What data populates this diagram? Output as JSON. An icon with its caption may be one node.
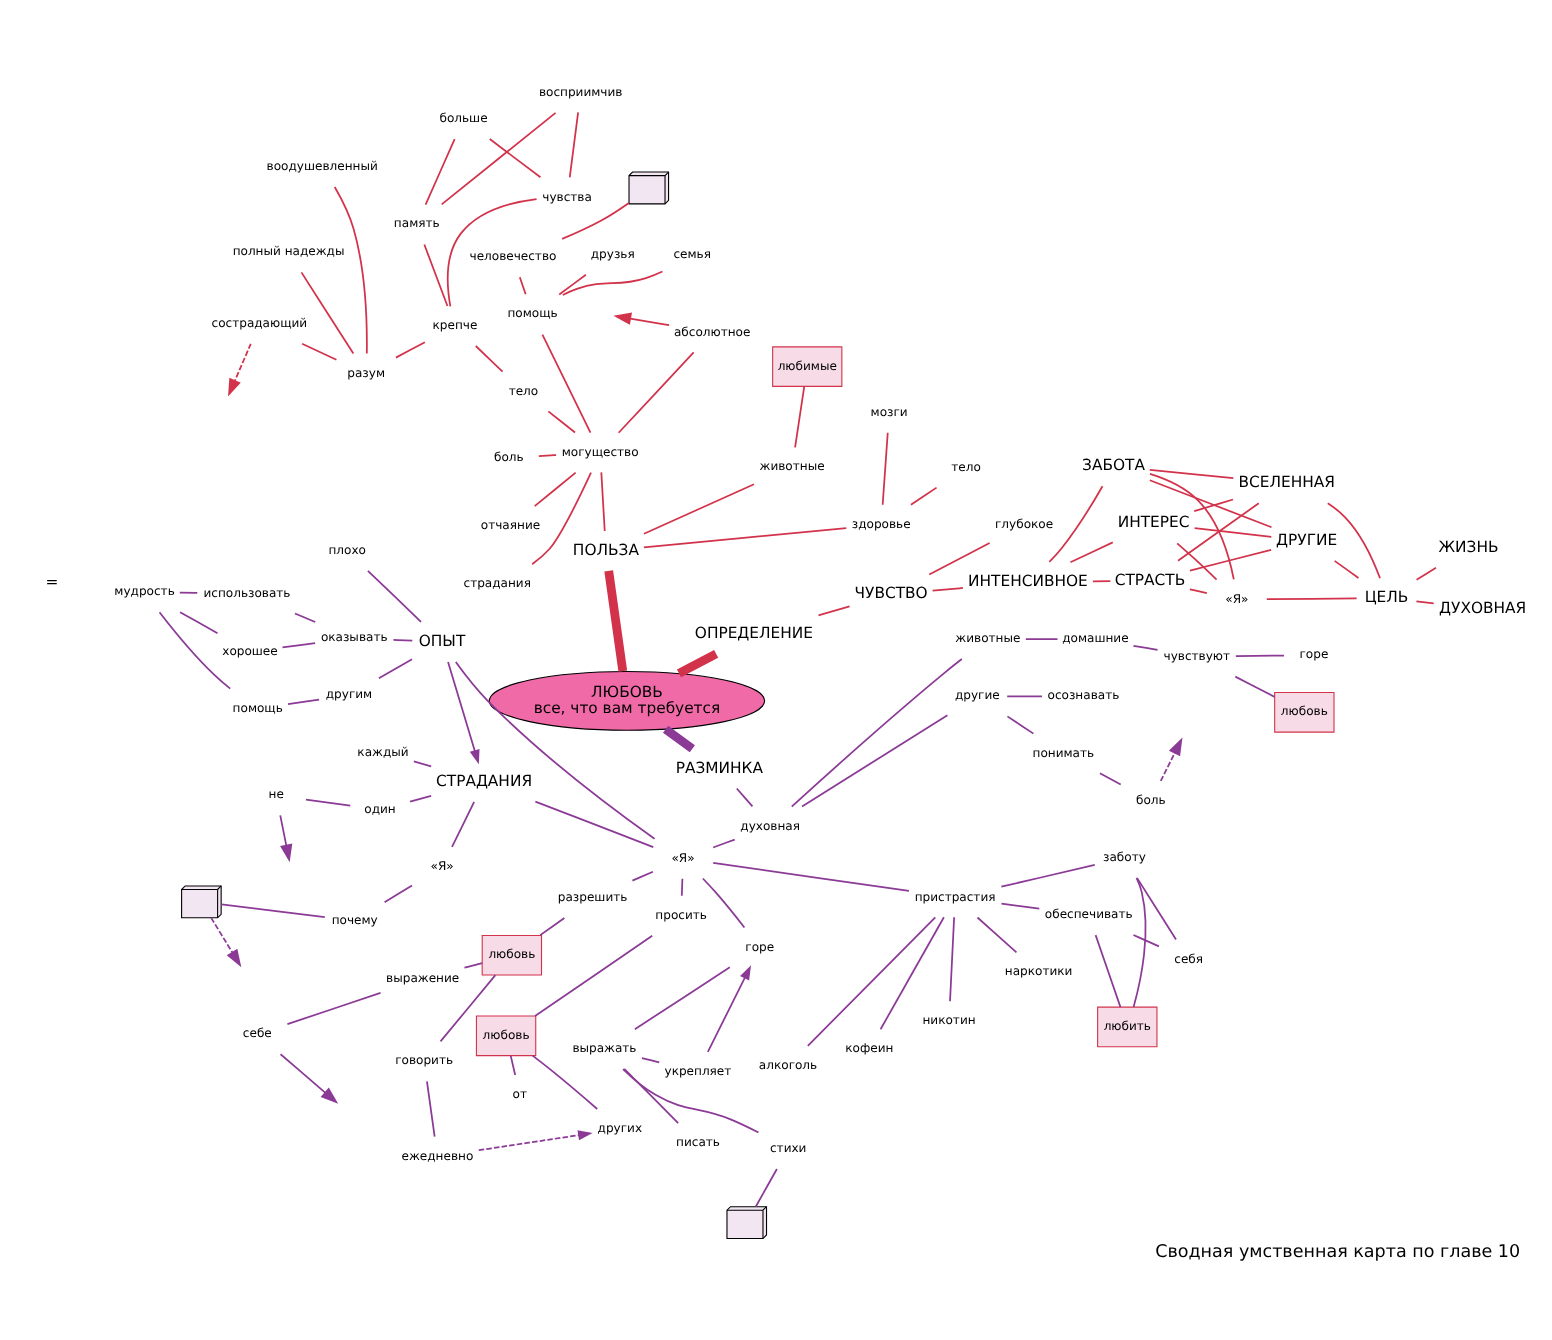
{
  "diagram": {
    "caption": "Сводная умственная карта по главе 10",
    "nodes": [
      {
        "text": [
          "ЛЮБОВЬ",
          "все, что вам требуется"
        ]
      },
      {
        "text": [
          "ОПРЕДЕЛЕНИЕ"
        ]
      },
      {
        "text": [
          "ЧУВСТВО"
        ]
      },
      {
        "text": [
          "ИНТЕНСИВНОЕ"
        ]
      },
      {
        "text": [
          "глубокое"
        ]
      },
      {
        "text": [
          "СТРАСТЬ"
        ]
      },
      {
        "text": [
          "ИНТЕРЕС"
        ]
      },
      {
        "text": [
          "ЗАБОТА"
        ]
      },
      {
        "text": [
          "«Я»"
        ]
      },
      {
        "text": [
          "ДРУГИЕ"
        ]
      },
      {
        "text": [
          "ВСЕЛЕННАЯ"
        ]
      },
      {
        "text": [
          "ЦЕЛЬ"
        ]
      },
      {
        "text": [
          "ДУХОВНАЯ"
        ]
      },
      {
        "text": [
          "ЖИЗНЬ"
        ]
      },
      {
        "text": [
          "ПОЛЬЗА"
        ]
      },
      {
        "text": [
          "здоровье"
        ]
      },
      {
        "text": [
          "тело"
        ]
      },
      {
        "text": [
          "мозги"
        ]
      },
      {
        "text": [
          "животные"
        ]
      },
      {
        "text": [
          "любимые"
        ]
      },
      {
        "text": [
          "могущество"
        ]
      },
      {
        "text": [
          "абсолютное"
        ]
      },
      {
        "text": [
          "помощь"
        ]
      },
      {
        "text": [
          "семья"
        ]
      },
      {
        "text": [
          "друзья"
        ]
      },
      {
        "text": [
          "человечество"
        ]
      },
      {
        "text": [],
        "shape": "picture"
      },
      {
        "text": [
          "тело"
        ]
      },
      {
        "text": [
          "крепче"
        ]
      },
      {
        "text": [
          "боль"
        ]
      },
      {
        "text": [
          "отчаяние"
        ]
      },
      {
        "text": [
          "страдания"
        ]
      },
      {
        "text": [
          "чувства"
        ]
      },
      {
        "text": [
          "память"
        ]
      },
      {
        "text": [
          "разум"
        ]
      },
      {
        "text": [
          "восприимчив"
        ]
      },
      {
        "text": [
          "больше"
        ]
      },
      {
        "text": [
          "воодушевленный"
        ]
      },
      {
        "text": [
          "полный надежды"
        ]
      },
      {
        "text": [
          "сострадающий"
        ]
      },
      {
        "text": [
          "РАЗМИНКА"
        ]
      },
      {
        "text": [
          "духовная"
        ]
      },
      {
        "text": [
          "«Я»"
        ]
      },
      {
        "text": [
          "другие"
        ]
      },
      {
        "text": [
          "понимать"
        ]
      },
      {
        "text": [
          "боль"
        ]
      },
      {
        "text": [
          "осознавать"
        ]
      },
      {
        "text": [
          "животные"
        ]
      },
      {
        "text": [
          "домашние"
        ]
      },
      {
        "text": [
          "чувствуют"
        ]
      },
      {
        "text": [
          "любовь"
        ]
      },
      {
        "text": [
          "горе"
        ]
      },
      {
        "text": [
          "ОПЫТ"
        ]
      },
      {
        "text": [
          "плохо"
        ]
      },
      {
        "text": [
          "оказывать"
        ]
      },
      {
        "text": [
          "использовать"
        ]
      },
      {
        "text": [
          "хорошее"
        ]
      },
      {
        "text": [
          "другим"
        ]
      },
      {
        "text": [
          "помощь"
        ]
      },
      {
        "text": [
          "мудрость"
        ]
      },
      {
        "text": [
          "СТРАДАНИЯ"
        ]
      },
      {
        "text": [
          "каждый"
        ]
      },
      {
        "text": [
          "один"
        ]
      },
      {
        "text": [
          "не"
        ]
      },
      {
        "text": [
          "«Я»"
        ]
      },
      {
        "text": [
          "почему"
        ]
      },
      {
        "text": [],
        "shape": "picture"
      },
      {
        "text": [
          "разрешить"
        ]
      },
      {
        "text": [
          "любовь"
        ]
      },
      {
        "text": [
          "выражение"
        ]
      },
      {
        "text": [
          "себе"
        ]
      },
      {
        "text": [
          "говорить"
        ]
      },
      {
        "text": [
          "ежедневно"
        ]
      },
      {
        "text": [
          "просить"
        ]
      },
      {
        "text": [
          "любовь"
        ]
      },
      {
        "text": [
          "от"
        ]
      },
      {
        "text": [
          "других"
        ]
      },
      {
        "text": [
          "горе"
        ]
      },
      {
        "text": [
          "выражать"
        ]
      },
      {
        "text": [
          "писать"
        ]
      },
      {
        "text": [
          "стихи"
        ]
      },
      {
        "text": [],
        "shape": "picture"
      },
      {
        "text": [
          "укрепляет"
        ]
      },
      {
        "text": [
          "пристрастия"
        ]
      },
      {
        "text": [
          "алкоголь"
        ]
      },
      {
        "text": [
          "кофеин"
        ]
      },
      {
        "text": [
          "никотин"
        ]
      },
      {
        "text": [
          "наркотики"
        ]
      },
      {
        "text": [
          "обеспечивать"
        ]
      },
      {
        "text": [
          "заботу"
        ]
      },
      {
        "text": [
          "любить"
        ]
      },
      {
        "text": [
          "себя"
        ]
      }
    ],
    "edges": [
      {
        "from": 0,
        "to": 1,
        "arrow": "none",
        "style": "thick",
        "color": "#d2334b"
      },
      {
        "from": 1,
        "to": 2,
        "arrow": "none",
        "color": "#d2334b"
      },
      {
        "from": 2,
        "to": 3,
        "arrow": "none",
        "color": "#d2334b"
      },
      {
        "from": 2,
        "to": 4,
        "arrow": "none",
        "color": "#d2334b"
      },
      {
        "from": 3,
        "to": 5,
        "arrow": "none",
        "color": "#d2334b"
      },
      {
        "from": 3,
        "to": 6,
        "arrow": "none",
        "color": "#d2334b"
      },
      {
        "from": 3,
        "to": 7,
        "arrow": "none",
        "color": "#d2334b"
      },
      {
        "from": 5,
        "to": 8,
        "arrow": "none",
        "color": "#d2334b"
      },
      {
        "from": 5,
        "to": 9,
        "arrow": "none",
        "color": "#d2334b"
      },
      {
        "from": 5,
        "to": 10,
        "arrow": "none",
        "color": "#d2334b"
      },
      {
        "from": 6,
        "to": 8,
        "arrow": "none",
        "color": "#d2334b"
      },
      {
        "from": 6,
        "to": 9,
        "arrow": "none",
        "color": "#d2334b"
      },
      {
        "from": 6,
        "to": 10,
        "arrow": "none",
        "color": "#d2334b"
      },
      {
        "from": 7,
        "to": 8,
        "arrow": "none",
        "color": "#d2334b"
      },
      {
        "from": 7,
        "to": 9,
        "arrow": "none",
        "color": "#d2334b"
      },
      {
        "from": 7,
        "to": 10,
        "arrow": "none",
        "color": "#d2334b"
      },
      {
        "from": 8,
        "to": 11,
        "arrow": "none",
        "color": "#d2334b"
      },
      {
        "from": 9,
        "to": 11,
        "arrow": "none",
        "color": "#d2334b"
      },
      {
        "from": 10,
        "to": 11,
        "arrow": "none",
        "color": "#d2334b"
      },
      {
        "from": 11,
        "to": 12,
        "arrow": "none",
        "color": "#d2334b"
      },
      {
        "from": 11,
        "to": 13,
        "arrow": "none",
        "color": "#d2334b"
      },
      {
        "from": 0,
        "to": 14,
        "arrow": "none",
        "style": "thick",
        "color": "#d2334b"
      },
      {
        "from": 14,
        "to": 15,
        "arrow": "none",
        "color": "#d2334b"
      },
      {
        "from": 15,
        "to": 16,
        "arrow": "none",
        "color": "#d2334b"
      },
      {
        "from": 15,
        "to": 17,
        "arrow": "none",
        "color": "#d2334b"
      },
      {
        "from": 14,
        "to": 18,
        "arrow": "none",
        "color": "#d2334b"
      },
      {
        "from": 18,
        "to": 19,
        "arrow": "none",
        "color": "#d2334b"
      },
      {
        "from": 14,
        "to": 20,
        "arrow": "none",
        "color": "#d2334b"
      },
      {
        "from": 20,
        "to": 22,
        "arrow": "none",
        "color": "#d2334b"
      },
      {
        "from": 22,
        "to": 23,
        "arrow": "none",
        "color": "#d2334b"
      },
      {
        "from": 22,
        "to": 24,
        "arrow": "none",
        "color": "#d2334b"
      },
      {
        "from": 22,
        "to": 25,
        "arrow": "none",
        "color": "#d2334b"
      },
      {
        "from": 25,
        "to": 26,
        "arrow": "none",
        "color": "#d2334b"
      },
      {
        "from": 20,
        "to": 27,
        "arrow": "none",
        "color": "#d2334b"
      },
      {
        "from": 27,
        "to": 28,
        "arrow": "none",
        "color": "#d2334b"
      },
      {
        "from": 20,
        "to": 29,
        "arrow": "none",
        "color": "#d2334b"
      },
      {
        "from": 20,
        "to": 30,
        "arrow": "none",
        "color": "#d2334b"
      },
      {
        "from": 20,
        "to": 31,
        "arrow": "none",
        "color": "#d2334b"
      },
      {
        "from": 20,
        "to": 21,
        "arrow": "none",
        "color": "#d2334b"
      },
      {
        "from": 21,
        "to": null,
        "arrow": "to",
        "color": "#d2334b"
      },
      {
        "from": 28,
        "to": 32,
        "arrow": "none",
        "color": "#d2334b"
      },
      {
        "from": 28,
        "to": 33,
        "arrow": "none",
        "color": "#d2334b"
      },
      {
        "from": 28,
        "to": 34,
        "arrow": "none",
        "color": "#d2334b"
      },
      {
        "from": 32,
        "to": 35,
        "arrow": "none",
        "color": "#d2334b"
      },
      {
        "from": 32,
        "to": 36,
        "arrow": "none",
        "color": "#d2334b"
      },
      {
        "from": 33,
        "to": 35,
        "arrow": "none",
        "color": "#d2334b"
      },
      {
        "from": 33,
        "to": 36,
        "arrow": "none",
        "color": "#d2334b"
      },
      {
        "from": 34,
        "to": 37,
        "arrow": "none",
        "color": "#d2334b"
      },
      {
        "from": 34,
        "to": 38,
        "arrow": "none",
        "color": "#d2334b"
      },
      {
        "from": 34,
        "to": 39,
        "arrow": "none",
        "color": "#d2334b"
      },
      {
        "from": 39,
        "to": null,
        "arrow": "to",
        "style": "dashed",
        "color": "#d2334b"
      },
      {
        "from": 0,
        "to": 40,
        "arrow": "none",
        "style": "thick"
      },
      {
        "from": 40,
        "to": 41,
        "arrow": "none"
      },
      {
        "from": 41,
        "to": 42,
        "arrow": "none"
      },
      {
        "from": 41,
        "to": 43,
        "arrow": "none"
      },
      {
        "from": 43,
        "to": 44,
        "arrow": "none"
      },
      {
        "from": 44,
        "to": 45,
        "arrow": "none"
      },
      {
        "from": 45,
        "to": null,
        "arrow": "to",
        "style": "dashed"
      },
      {
        "from": 43,
        "to": 46,
        "arrow": "none"
      },
      {
        "from": 41,
        "to": 47,
        "arrow": "none"
      },
      {
        "from": 47,
        "to": 48,
        "arrow": "none"
      },
      {
        "from": 48,
        "to": 49,
        "arrow": "none"
      },
      {
        "from": 49,
        "to": 50,
        "arrow": "none"
      },
      {
        "from": 49,
        "to": 51,
        "arrow": "none"
      },
      {
        "from": 42,
        "to": 52,
        "arrow": "none"
      },
      {
        "from": 52,
        "to": 53,
        "arrow": "none"
      },
      {
        "from": 52,
        "to": 54,
        "arrow": "none"
      },
      {
        "from": 54,
        "to": 55,
        "arrow": "none"
      },
      {
        "from": 54,
        "to": 56,
        "arrow": "none"
      },
      {
        "from": 52,
        "to": 57,
        "arrow": "none"
      },
      {
        "from": 57,
        "to": 58,
        "arrow": "none"
      },
      {
        "from": 55,
        "to": 59,
        "arrow": "none"
      },
      {
        "from": 56,
        "to": 59,
        "arrow": "none"
      },
      {
        "from": 58,
        "to": 59,
        "arrow": "none"
      },
      {
        "from": 52,
        "to": 60,
        "arrow": "to"
      },
      {
        "from": 42,
        "to": 60,
        "arrow": "none"
      },
      {
        "from": 60,
        "to": 61,
        "arrow": "none"
      },
      {
        "from": 60,
        "to": 62,
        "arrow": "none"
      },
      {
        "from": 62,
        "to": 63,
        "arrow": "none"
      },
      {
        "from": 63,
        "to": null,
        "arrow": "to"
      },
      {
        "from": 60,
        "to": 64,
        "arrow": "none"
      },
      {
        "from": 64,
        "to": 65,
        "arrow": "none"
      },
      {
        "from": 65,
        "to": 66,
        "arrow": "none"
      },
      {
        "from": 66,
        "to": null,
        "arrow": "to",
        "style": "dashed"
      },
      {
        "from": 42,
        "to": 67,
        "arrow": "none"
      },
      {
        "from": 67,
        "to": 68,
        "arrow": "none"
      },
      {
        "from": 68,
        "to": 69,
        "arrow": "none"
      },
      {
        "from": 69,
        "to": 70,
        "arrow": "none"
      },
      {
        "from": 70,
        "to": null,
        "arrow": "to"
      },
      {
        "from": 68,
        "to": 71,
        "arrow": "none"
      },
      {
        "from": 71,
        "to": 72,
        "arrow": "none"
      },
      {
        "from": 72,
        "to": 76,
        "arrow": "to",
        "style": "dashed"
      },
      {
        "from": 42,
        "to": 73,
        "arrow": "none"
      },
      {
        "from": 73,
        "to": 74,
        "arrow": "none"
      },
      {
        "from": 74,
        "to": 75,
        "arrow": "none"
      },
      {
        "from": 74,
        "to": 76,
        "arrow": "none"
      },
      {
        "from": 42,
        "to": 77,
        "arrow": "none"
      },
      {
        "from": 77,
        "to": 78,
        "arrow": "none"
      },
      {
        "from": 78,
        "to": 79,
        "arrow": "none"
      },
      {
        "from": 78,
        "to": 80,
        "arrow": "none"
      },
      {
        "from": 80,
        "to": 81,
        "arrow": "none"
      },
      {
        "from": 78,
        "to": 82,
        "arrow": "none"
      },
      {
        "from": 82,
        "to": 77,
        "arrow": "to"
      },
      {
        "from": 42,
        "to": 83,
        "arrow": "none"
      },
      {
        "from": 83,
        "to": 84,
        "arrow": "none"
      },
      {
        "from": 83,
        "to": 85,
        "arrow": "none"
      },
      {
        "from": 83,
        "to": 86,
        "arrow": "none"
      },
      {
        "from": 83,
        "to": 87,
        "arrow": "none"
      },
      {
        "from": 83,
        "to": 88,
        "arrow": "none"
      },
      {
        "from": 83,
        "to": 89,
        "arrow": "none"
      },
      {
        "from": 88,
        "to": 90,
        "arrow": "none"
      },
      {
        "from": 88,
        "to": 91,
        "arrow": "none"
      },
      {
        "from": 89,
        "to": 90,
        "arrow": "none"
      },
      {
        "from": 89,
        "to": 91,
        "arrow": "none"
      }
    ],
    "labels": [
      "="
    ]
  }
}
